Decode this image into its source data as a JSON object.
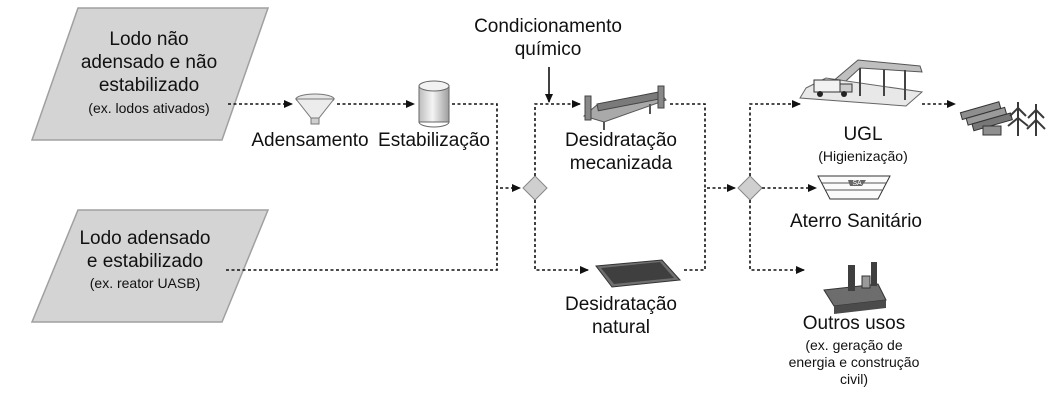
{
  "inputs": {
    "a": {
      "title_lines": [
        "Lodo não",
        "adensado e não",
        "estabilizado"
      ],
      "note": "(ex. lodos ativados)"
    },
    "b": {
      "title_lines": [
        "Lodo adensado",
        "e estabilizado"
      ],
      "note": "(ex. reator UASB)"
    }
  },
  "steps": {
    "adensamento": "Adensamento",
    "estabilizacao": "Estabilização",
    "condicionamento": [
      "Condicionamento",
      "químico"
    ],
    "desidratacao_mecanizada": [
      "Desidratação",
      "mecanizada"
    ],
    "desidratacao_natural": [
      "Desidratação",
      "natural"
    ]
  },
  "destinations": {
    "ugl": {
      "title": "UGL",
      "note": "(Higienização)"
    },
    "aterro": {
      "title": "Aterro Sanitário"
    },
    "outros": {
      "title": "Outros usos",
      "note_lines": [
        "(ex. geração de",
        "energia e construção",
        "civil)"
      ]
    }
  },
  "colors": {
    "input_fill": "#d4d4d4",
    "input_stroke": "#9a9a9a",
    "line": "#111111",
    "decision_fill": "#cfcfcf"
  }
}
